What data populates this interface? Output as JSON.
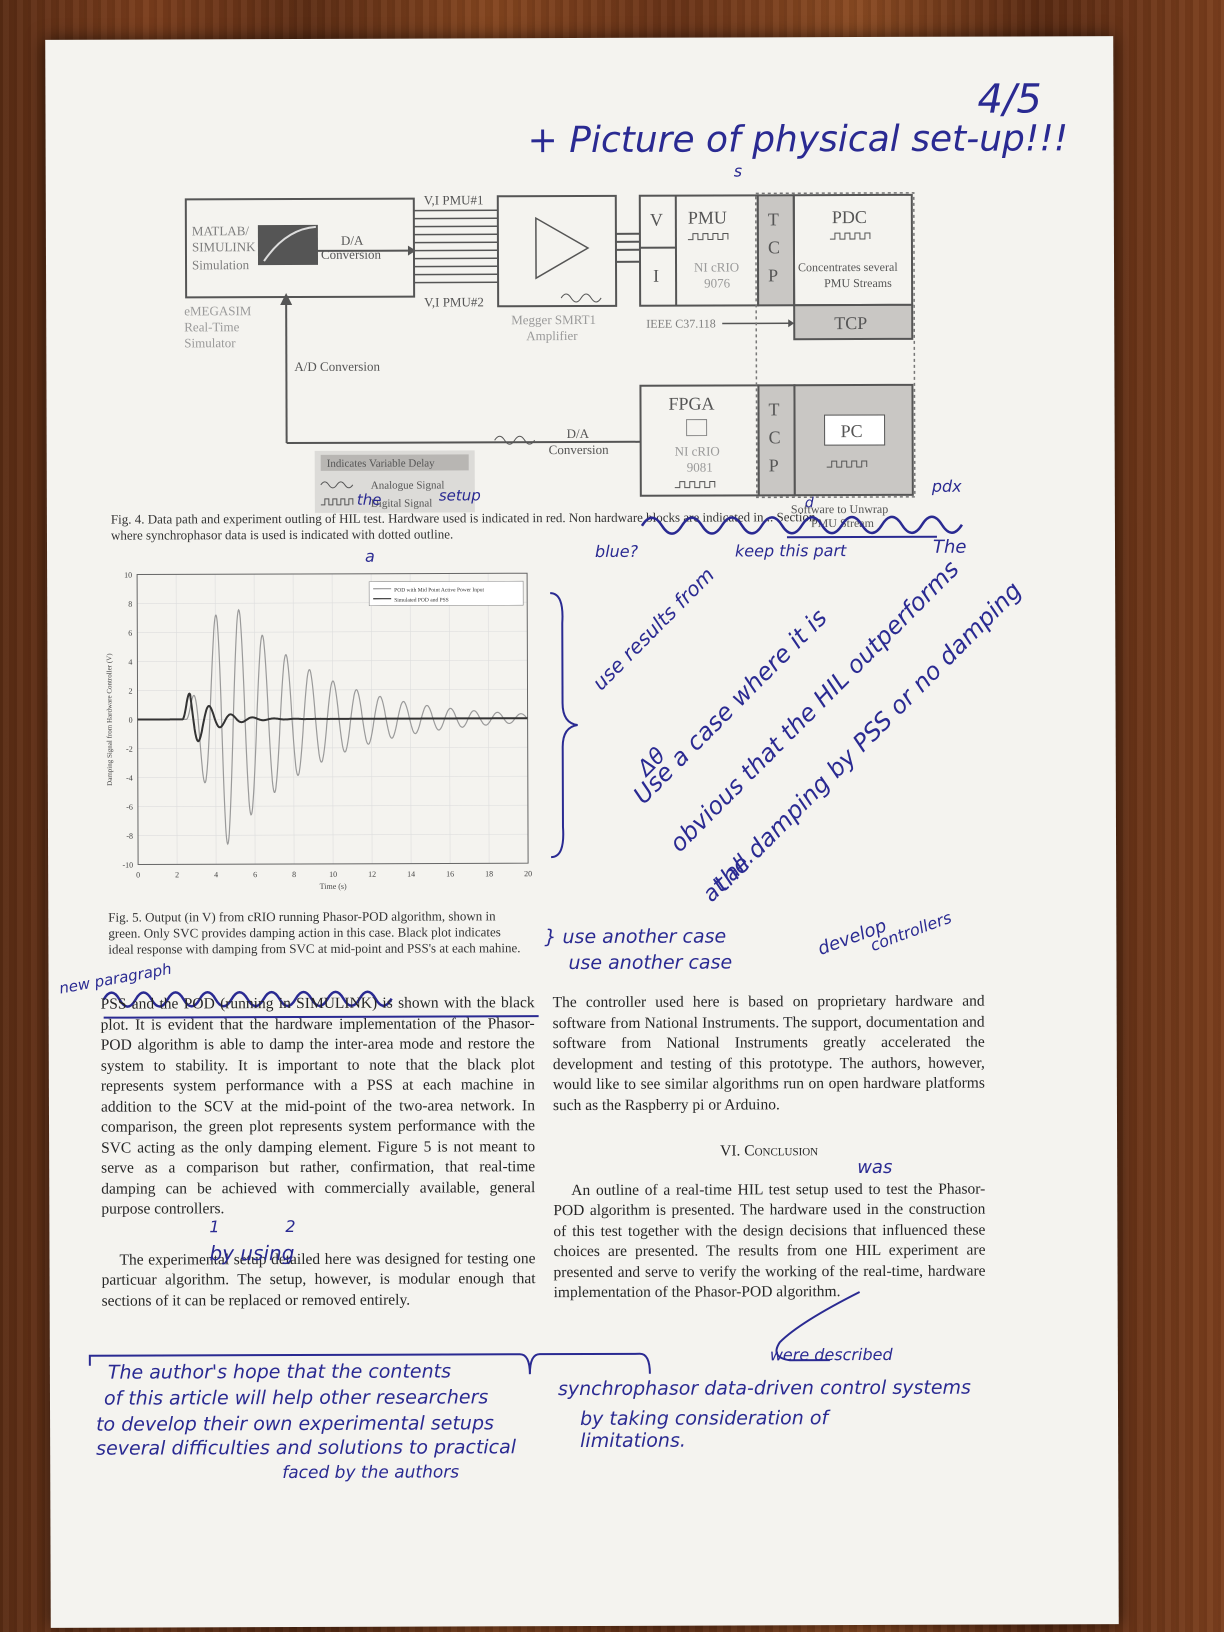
{
  "page_number_note": "4/5",
  "top_note": "+ Picture of physical set-up!!!",
  "top_note_mark": "s",
  "diagram": {
    "blocks": {
      "matlab": [
        "MATLAB/",
        "SIMULINK",
        "Simulation"
      ],
      "da_conv": [
        "D/A",
        "Conversion"
      ],
      "emegasim": [
        "eMEGASIM",
        "Real-Time",
        "Simulator"
      ],
      "pmu1": "V,I PMU#1",
      "pmu2": "V,I PMU#2",
      "amp": [
        "Megger SMRT1",
        "Amplifier"
      ],
      "v": "V",
      "i": "I",
      "pmu": "PMU",
      "ni_crio_9076": [
        "NI cRIO",
        "9076"
      ],
      "tcp": "TCP",
      "pdc": "PDC",
      "pdc_desc": [
        "Concentrates several",
        "PMU Streams"
      ],
      "ad_conv": "A/D Conversion",
      "ieee": "IEEE C37.118",
      "fpga": "FPGA",
      "ni_crio_9081": [
        "NI cRIO",
        "9081"
      ],
      "da_conv2": [
        "D/A",
        "Conversion"
      ],
      "pc": "PC",
      "software": [
        "Software to Unwrap",
        "PMU Stream"
      ],
      "tcp_letters": [
        "T",
        "C",
        "P"
      ]
    },
    "legend": {
      "variable_delay": "Indicates Variable Delay",
      "analogue": "Analogue Signal",
      "digital": "Digital Signal"
    }
  },
  "fig4": {
    "caption_line1": "Fig. 4.  Data path and experiment outling of HIL test. Hardware used is indicated in red. Non hardware blocks are indicated in... Section",
    "caption_line2": "where synchrophasor data is used is indicated with dotted outline."
  },
  "fig4_notes": {
    "the": "the",
    "setup": "setup",
    "a": "a",
    "blue": "blue?",
    "keep": "keep this part",
    "d": "d",
    "the2": "The",
    "pdx": "pdx"
  },
  "chart_data": {
    "type": "line",
    "xlabel": "Time (s)",
    "ylabel": "Damping Signal from Hardware Controller (V)",
    "xlim": [
      0,
      20
    ],
    "ylim": [
      -10,
      10
    ],
    "x_ticks": [
      "0",
      "2",
      "4",
      "6",
      "8",
      "10",
      "12",
      "14",
      "16",
      "18",
      "20"
    ],
    "y_ticks": [
      "10",
      "8",
      "6",
      "4",
      "2",
      "0",
      "-2",
      "-4",
      "-6",
      "-8",
      "-10"
    ],
    "grid": true,
    "legend_position": "top-right",
    "series": [
      {
        "name": "POD with Mid Point Active Power Input",
        "color": "#9a9a9a",
        "start": 2.5,
        "amplitude": 9.0,
        "freq_hz": 0.83,
        "decay": 0.22,
        "peak_time": 4.4
      },
      {
        "name": "Simulated POD and PSS",
        "color": "#333333",
        "start": 2.3,
        "amplitude": 2.2,
        "freq_hz": 0.9,
        "decay": 0.9,
        "peak_time": 2.7
      }
    ]
  },
  "fig5": {
    "caption_line1": "Fig. 5.  Output (in V) from cRIO running Phasor-POD algorithm, shown in",
    "caption_line2": "green. Only SVC provides damping action in this case. Black plot indicates",
    "caption_line3": "ideal response with damping from SVC at mid-point and PSS's at each mahine."
  },
  "fig5_notes": {
    "use_results": "use results from",
    "delta_theta": "Δθ",
    "case1": "Use a case where it is",
    "case2": "obvious that the HIL outperforms",
    "case3": "the damping by PSS or no damping",
    "case4": "at all.",
    "another1": "} use another case",
    "another2": "use another case"
  },
  "left_col": {
    "p1": "PSS and the POD (running in SIMULINK) is shown with the black plot. It is evident that the hardware implementation of the Phasor-POD algorithm is able to damp the inter-area mode and restore the system to stability. It is important to note that the black plot represents system performance with a PSS at each machine in addition to the SCV at the mid-point of the two-area network. In comparison, the green plot represents system performance with the SVC acting as the only damping element. Figure 5 is not meant to serve as a comparison but rather, confirmation, that real-time damping can be achieved with commercially available, general purpose controllers.",
    "p2": "The experimental setup detailed here was designed for testing one particuar algorithm. The setup, however, is modular enough that sections of it can be replaced or removed entirely."
  },
  "right_col": {
    "p1": "The controller used here is based on proprietary hardware and software from National Instruments. The support, documentation and software from National Instruments greatly accelerated the development and testing of this prototype. The authors, however, would like to see similar algorithms run on open hardware platforms such as the Raspberry pi or Arduino.",
    "heading": "VI. Conclusion",
    "p2": "An outline of a real-time HIL test setup used to test the Phasor-POD algorithm is presented. The hardware used in the construction of this test together with the design decisions that influenced these choices are presented. The results from one HIL experiment are presented and serve to verify the working of the real-time, hardware implementation of the Phasor-POD algorithm."
  },
  "body_notes": {
    "new_para": "new paragraph",
    "develop": "develop",
    "controllers": "controllers",
    "by_using": "by using",
    "one": "1",
    "two": "2",
    "was": "was",
    "were_described": "were described",
    "bottom1": "The author's hope that the contents",
    "bottom2": "of this article will help other researchers",
    "bottom3": "to develop their own experimental setups",
    "bottom4": "several difficulties and solutions to practical",
    "bottom5": "faced by the authors",
    "bottom6": "synchrophasor data-driven control systems",
    "bottom7": "by taking consideration of",
    "bottom8": "limitations."
  },
  "colors": {
    "ink": "#2a2a92",
    "print": "#262626",
    "shade": "#c9c7c4"
  }
}
